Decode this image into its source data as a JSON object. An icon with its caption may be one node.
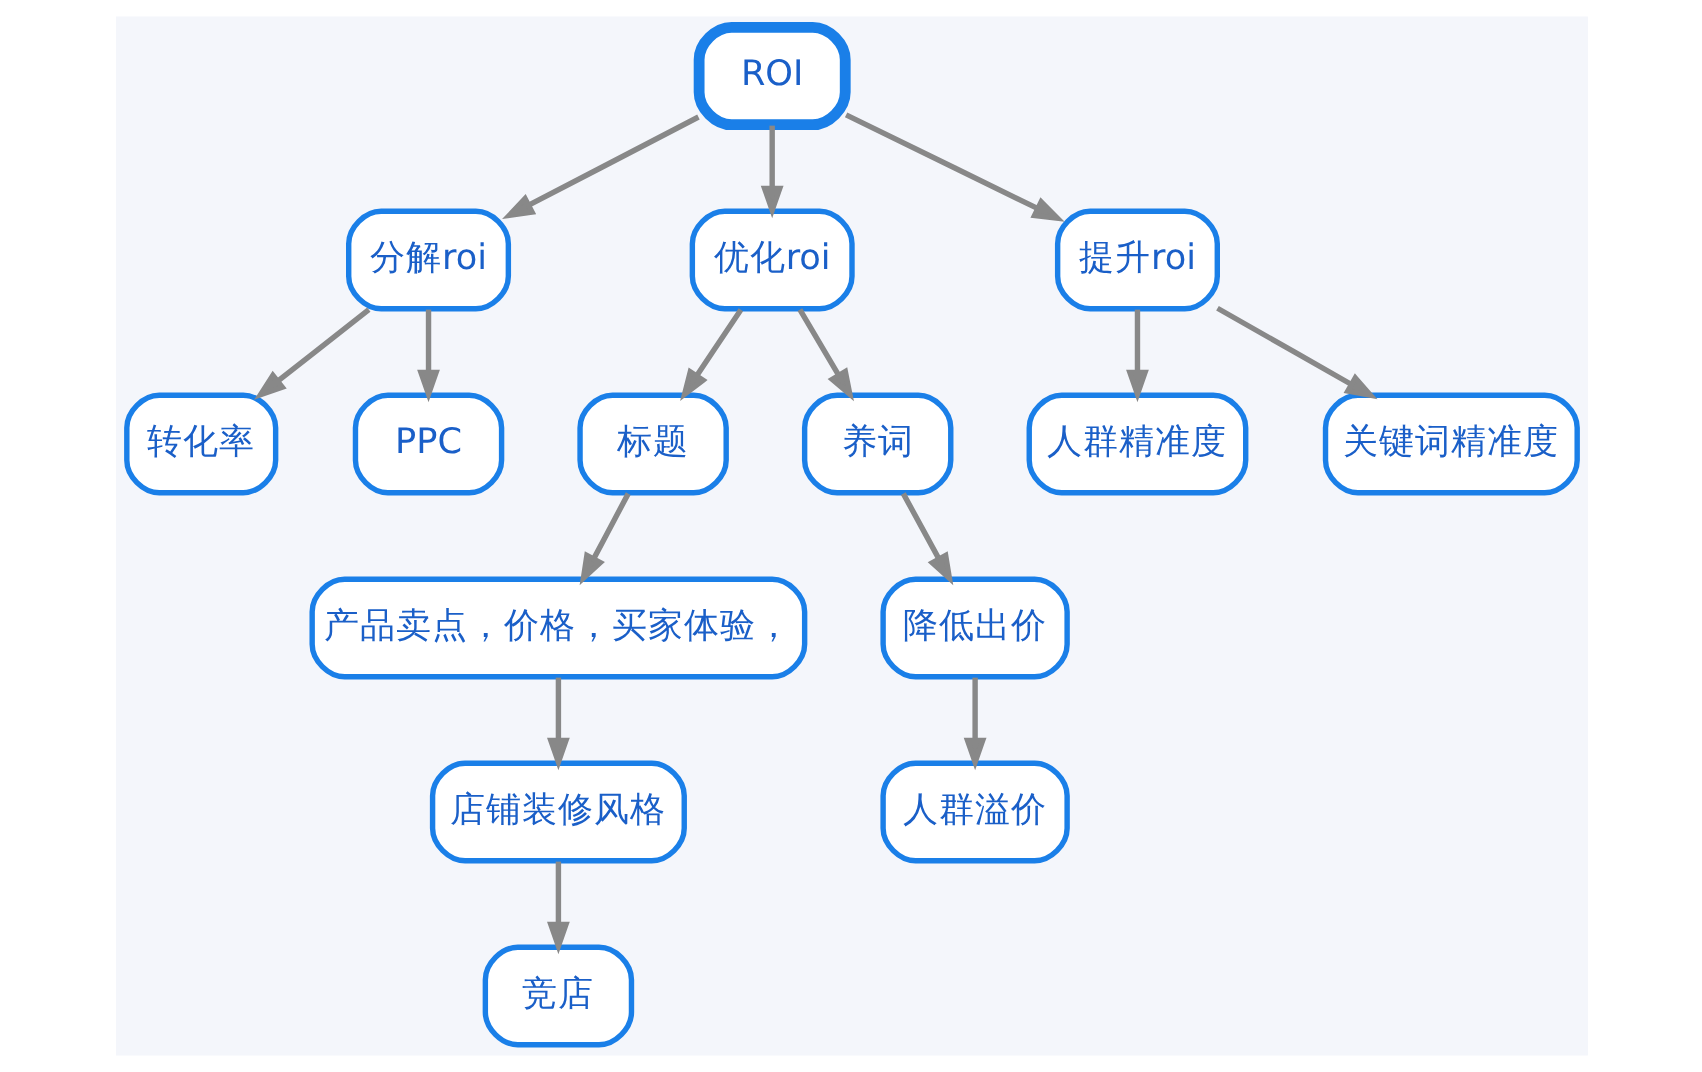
{
  "diagram": {
    "nodes": [
      {
        "text": [
          "ROI"
        ]
      },
      {
        "text": [
          "分解roi"
        ]
      },
      {
        "text": [
          "优化roi"
        ]
      },
      {
        "text": [
          "提升roi"
        ]
      },
      {
        "text": [
          "转化率"
        ]
      },
      {
        "text": [
          "PPC"
        ]
      },
      {
        "text": [
          "标题"
        ]
      },
      {
        "text": [
          "养词"
        ]
      },
      {
        "text": [
          "人群精准度"
        ]
      },
      {
        "text": [
          "关键词精准度"
        ]
      },
      {
        "text": [
          "产品卖点，价格，买家体验，"
        ]
      },
      {
        "text": [
          "降低出价"
        ]
      },
      {
        "text": [
          "店铺装修风格"
        ]
      },
      {
        "text": [
          "人群溢价"
        ]
      },
      {
        "text": [
          "竞店"
        ]
      }
    ],
    "edges": [
      {
        "from": 0,
        "to": 1,
        "arrow": "to"
      },
      {
        "from": 0,
        "to": 2,
        "arrow": "to"
      },
      {
        "from": 0,
        "to": 3,
        "arrow": "to"
      },
      {
        "from": 1,
        "to": 4,
        "arrow": "to"
      },
      {
        "from": 1,
        "to": 5,
        "arrow": "to"
      },
      {
        "from": 2,
        "to": 6,
        "arrow": "to"
      },
      {
        "from": 2,
        "to": 7,
        "arrow": "to"
      },
      {
        "from": 3,
        "to": 8,
        "arrow": "to"
      },
      {
        "from": 3,
        "to": 9,
        "arrow": "to"
      },
      {
        "from": 6,
        "to": 10,
        "arrow": "to"
      },
      {
        "from": 7,
        "to": 11,
        "arrow": "to"
      },
      {
        "from": 10,
        "to": 12,
        "arrow": "to"
      },
      {
        "from": 11,
        "to": 13,
        "arrow": "to"
      },
      {
        "from": 12,
        "to": 14,
        "arrow": "to"
      }
    ]
  }
}
